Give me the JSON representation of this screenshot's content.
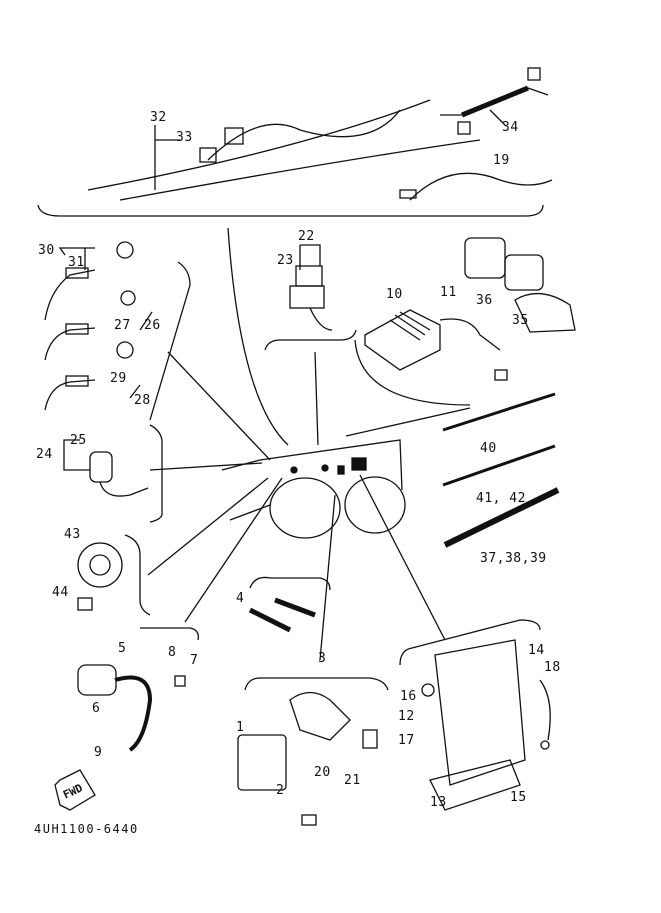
{
  "drawing_code": "4UH1100-6440",
  "direction_marker": "FWD",
  "callouts": [
    {
      "id": "32",
      "label": "32"
    },
    {
      "id": "33",
      "label": "33"
    },
    {
      "id": "34",
      "label": "34"
    },
    {
      "id": "19",
      "label": "19"
    },
    {
      "id": "22",
      "label": "22"
    },
    {
      "id": "23",
      "label": "23"
    },
    {
      "id": "30",
      "label": "30"
    },
    {
      "id": "31",
      "label": "31"
    },
    {
      "id": "27",
      "label": "27"
    },
    {
      "id": "26",
      "label": "26"
    },
    {
      "id": "29",
      "label": "29"
    },
    {
      "id": "28",
      "label": "28"
    },
    {
      "id": "10",
      "label": "10"
    },
    {
      "id": "11",
      "label": "11"
    },
    {
      "id": "36",
      "label": "36"
    },
    {
      "id": "35",
      "label": "35"
    },
    {
      "id": "40",
      "label": "40"
    },
    {
      "id": "41-42",
      "label": "41, 42"
    },
    {
      "id": "37-39",
      "label": "37,38,39"
    },
    {
      "id": "24",
      "label": "24"
    },
    {
      "id": "25",
      "label": "25"
    },
    {
      "id": "43",
      "label": "43"
    },
    {
      "id": "44",
      "label": "44"
    },
    {
      "id": "4",
      "label": "4"
    },
    {
      "id": "3",
      "label": "3"
    },
    {
      "id": "5",
      "label": "5"
    },
    {
      "id": "8",
      "label": "8"
    },
    {
      "id": "7",
      "label": "7"
    },
    {
      "id": "6",
      "label": "6"
    },
    {
      "id": "9",
      "label": "9"
    },
    {
      "id": "1",
      "label": "1"
    },
    {
      "id": "2",
      "label": "2"
    },
    {
      "id": "20",
      "label": "20"
    },
    {
      "id": "21",
      "label": "21"
    },
    {
      "id": "14",
      "label": "14"
    },
    {
      "id": "18",
      "label": "18"
    },
    {
      "id": "16",
      "label": "16"
    },
    {
      "id": "12",
      "label": "12"
    },
    {
      "id": "17",
      "label": "17"
    },
    {
      "id": "13",
      "label": "13"
    },
    {
      "id": "15",
      "label": "15"
    }
  ]
}
